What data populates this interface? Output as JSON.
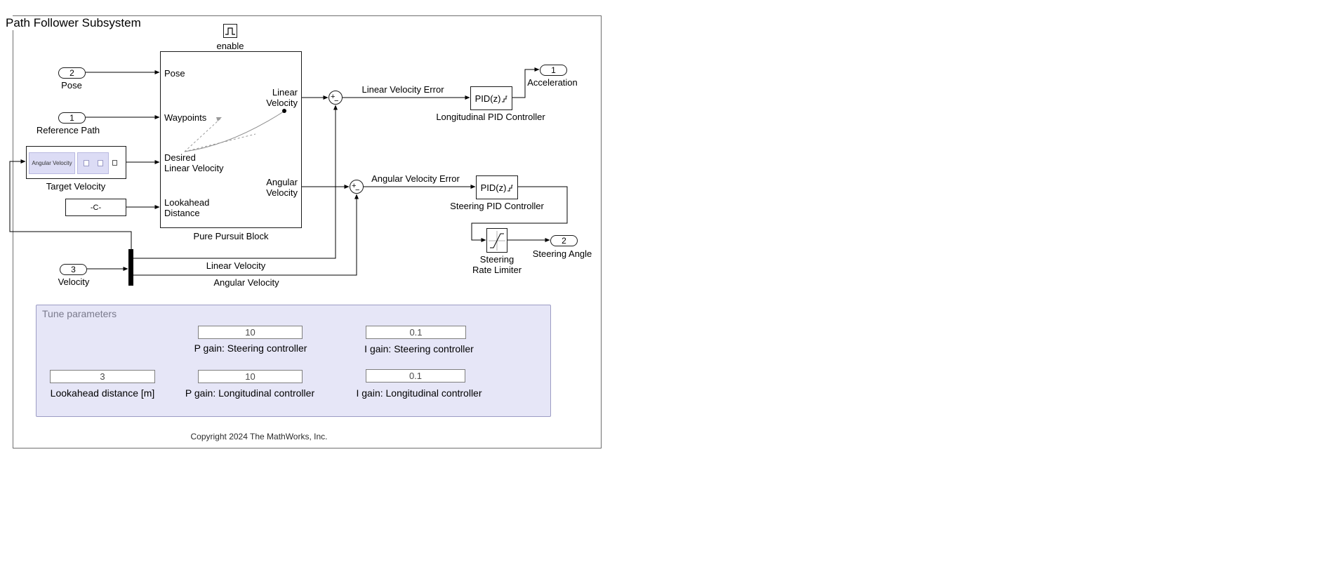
{
  "title": "Path Follower Subsystem",
  "enable_block": {
    "label": "enable"
  },
  "inports": [
    {
      "num": "2",
      "label": "Pose"
    },
    {
      "num": "1",
      "label": "Reference Path"
    },
    {
      "num": "3",
      "label": "Velocity"
    }
  ],
  "outports": [
    {
      "num": "1",
      "label": "Acceleration"
    },
    {
      "num": "2",
      "label": "Steering Angle"
    }
  ],
  "pure_pursuit": {
    "label": "Pure Pursuit Block",
    "in_pose": "Pose",
    "in_waypoints": "Waypoints",
    "in_desired_linear_velocity": "Desired\nLinear Velocity",
    "in_lookahead_distance": "Lookahead\nDistance",
    "out_linear_velocity": "Linear\nVelocity",
    "out_angular_velocity": "Angular\nVelocity"
  },
  "target_velocity": {
    "label": "Target Velocity",
    "preview_label": "Angular Velocity"
  },
  "constant_block": {
    "value": "-C-"
  },
  "sum_blocks": {
    "plus": "+",
    "minus": "−"
  },
  "pid_longitudinal": {
    "text": "PID(z)",
    "label": "Longitudinal PID Controller"
  },
  "pid_steering": {
    "text": "PID(z)",
    "label": "Steering PID Controller"
  },
  "rate_limiter": {
    "label": "Steering\nRate Limiter"
  },
  "signal_labels": {
    "linear_velocity_error": "Linear Velocity Error",
    "angular_velocity_error": "Angular Velocity Error",
    "linear_velocity": "Linear Velocity",
    "angular_velocity": "Angular Velocity"
  },
  "tune_panel": {
    "title": "Tune parameters",
    "fields": [
      {
        "value": "10",
        "label": "P gain: Steering controller"
      },
      {
        "value": "0.1",
        "label": "I gain: Steering controller"
      },
      {
        "value": "3",
        "label": "Lookahead distance [m]"
      },
      {
        "value": "10",
        "label": "P gain: Longitudinal controller"
      },
      {
        "value": "0.1",
        "label": "I gain: Longitudinal controller"
      }
    ]
  },
  "copyright": "Copyright 2024 The MathWorks, Inc.",
  "colors": {
    "panel_bg": "#e6e6f7",
    "preview_fill": "#dcdcf5",
    "wire": "#000000"
  }
}
